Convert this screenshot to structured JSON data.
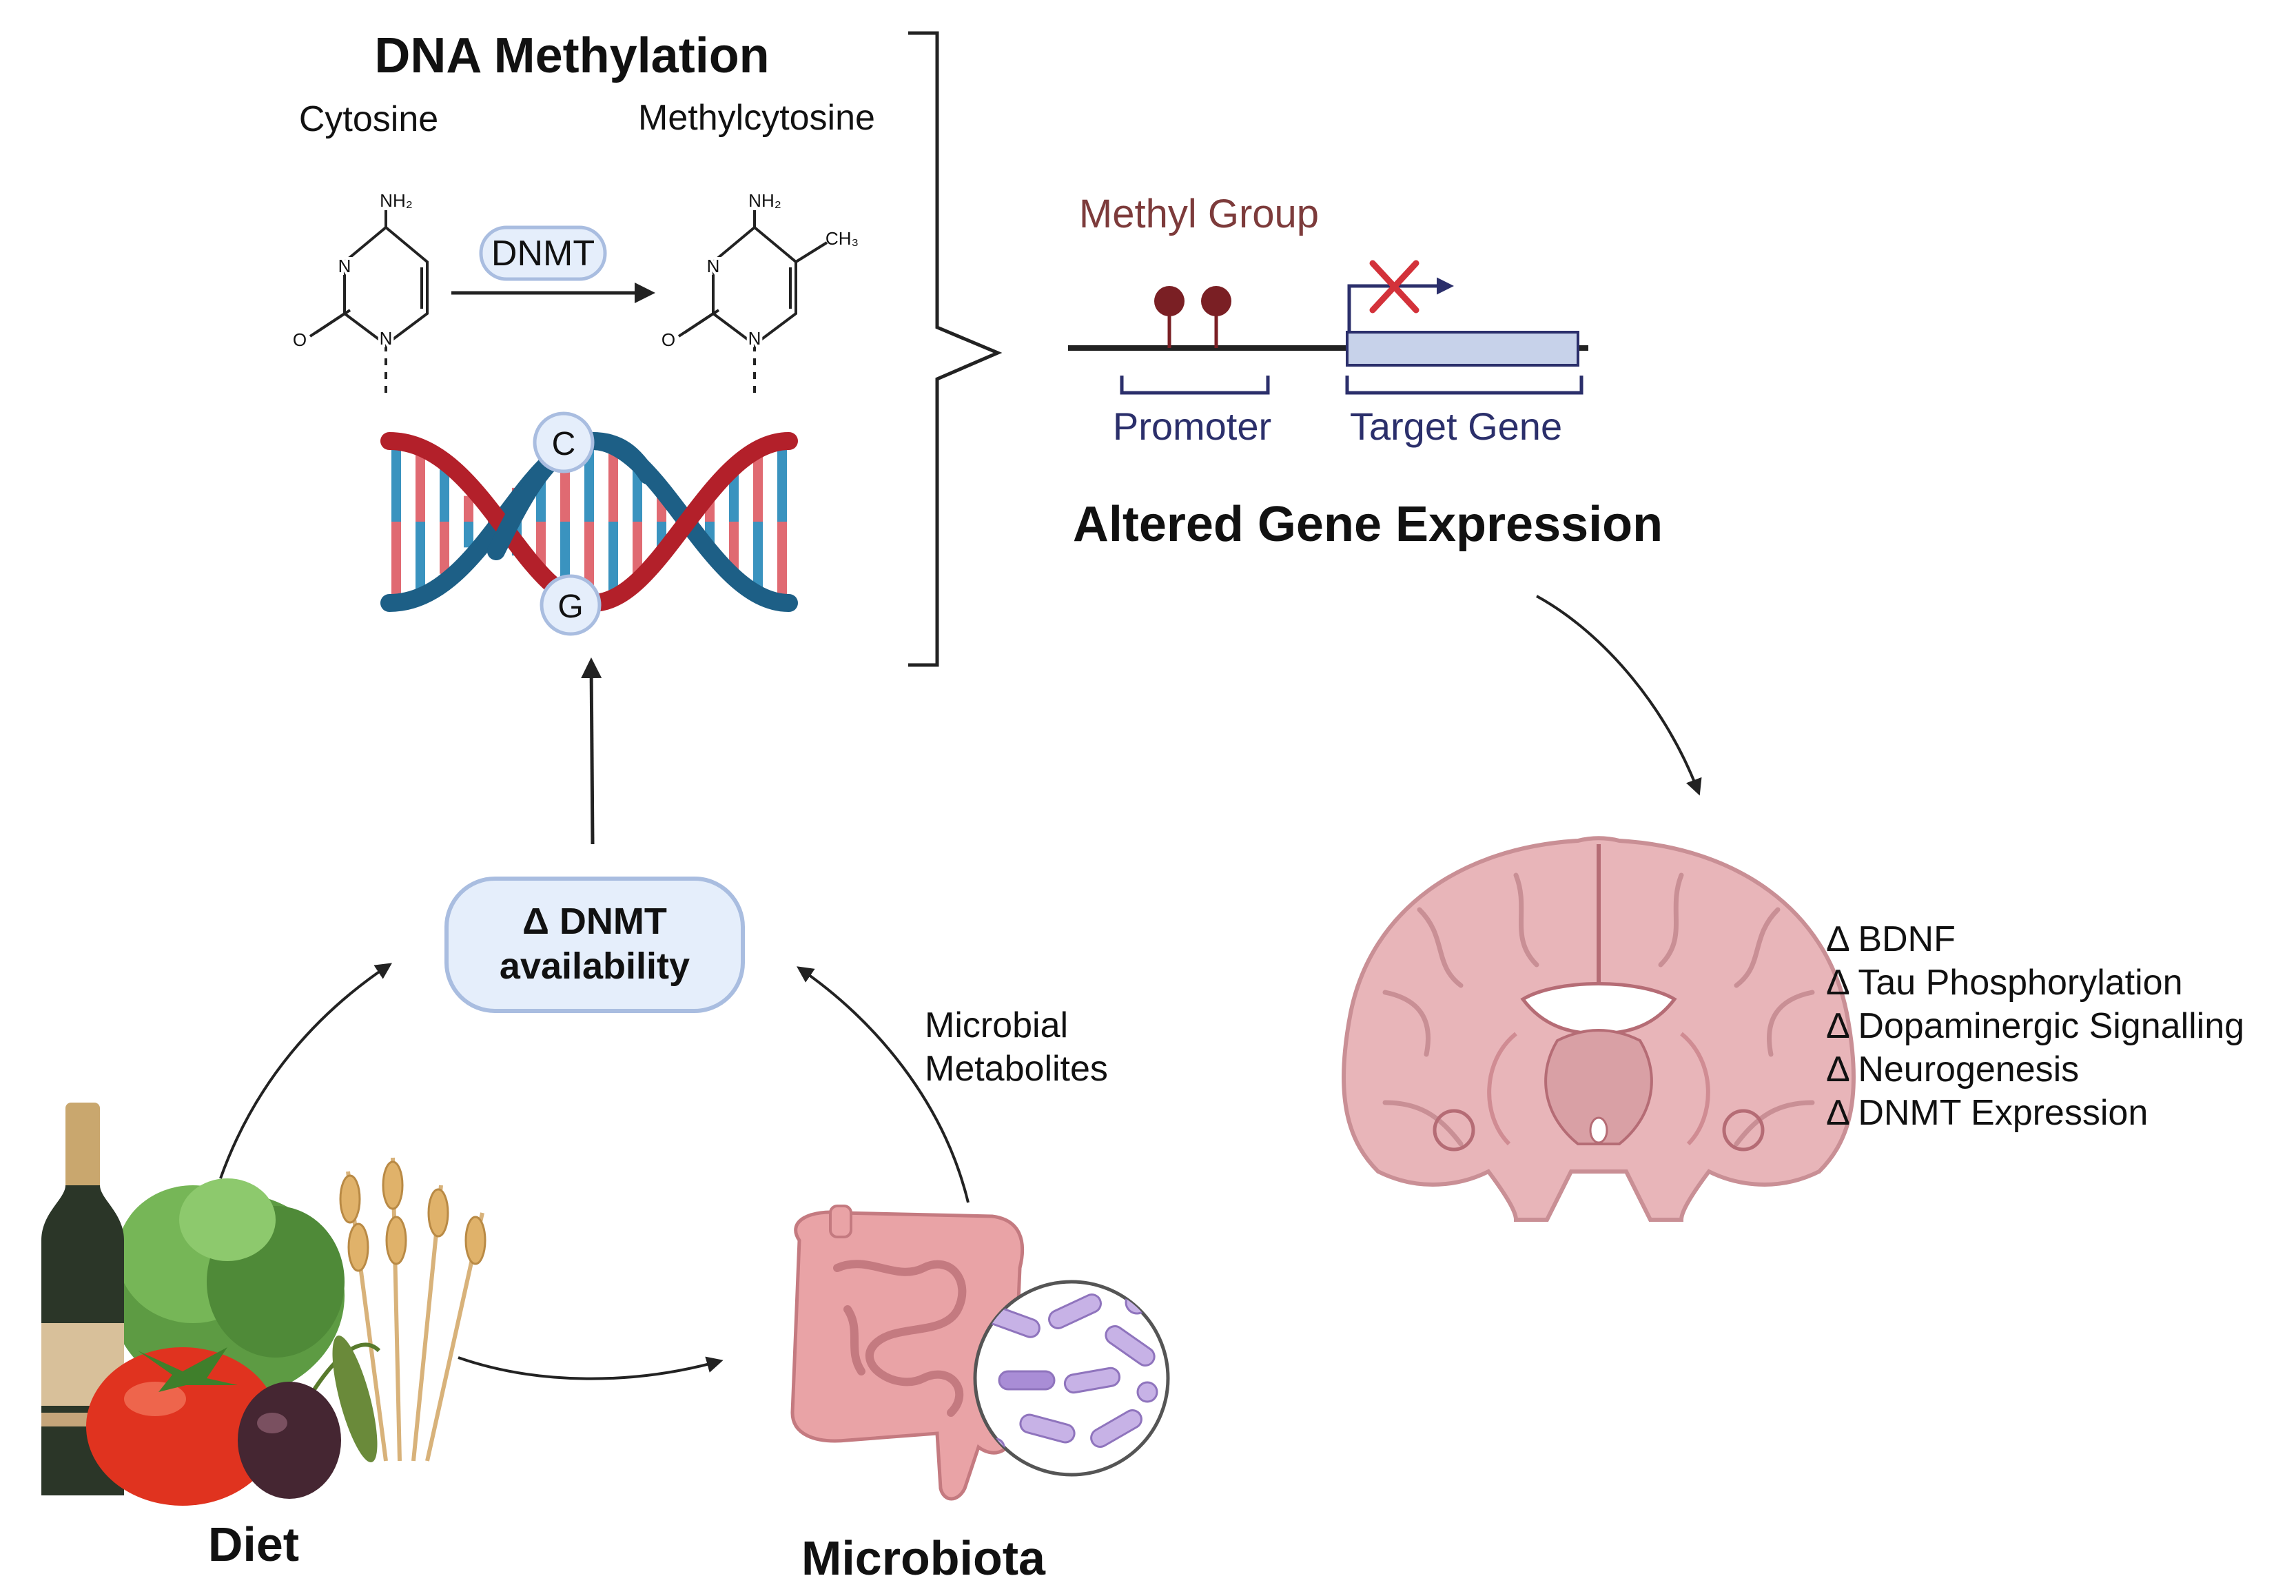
{
  "dna_methylation": {
    "title": "DNA Methylation",
    "cytosine_label": "Cytosine",
    "methylcytosine_label": "Methylcytosine",
    "enzyme_label": "DNMT",
    "nh2_label": "NH₂",
    "ch3_label": "CH₃",
    "n_label": "N",
    "o_label": "O",
    "base_c": "C",
    "base_g": "G"
  },
  "gene_expression": {
    "methyl_group_label": "Methyl Group",
    "promoter_label": "Promoter",
    "target_gene_label": "Target Gene",
    "title": "Altered Gene Expression"
  },
  "dnmt_availability": {
    "line1": "Δ DNMT",
    "line2": "availability"
  },
  "microbial_metabolites": {
    "line1": "Microbial",
    "line2": "Metabolites"
  },
  "diet_label": "Diet",
  "microbiota_label": "Microbiota",
  "brain_effects": [
    "Δ BDNF",
    "Δ Tau Phosphorylation",
    "Δ Dopaminergic Signalling",
    "Δ Neurogenesis",
    "Δ DNMT Expression"
  ],
  "colors": {
    "methyl_red": "#7a1f24",
    "methyl_label": "#7d3b3b",
    "gene_box": "#c7d2ea",
    "bracket_navy": "#2b2f6b",
    "dna_red": "#b3202a",
    "dna_blue": "#1d5f86",
    "pill_fill": "#e5eefb",
    "pill_stroke": "#a9bde0",
    "brain": "#e8b5b9",
    "gut": "#e9a3a6",
    "bacteria": "#c7b2e6"
  }
}
